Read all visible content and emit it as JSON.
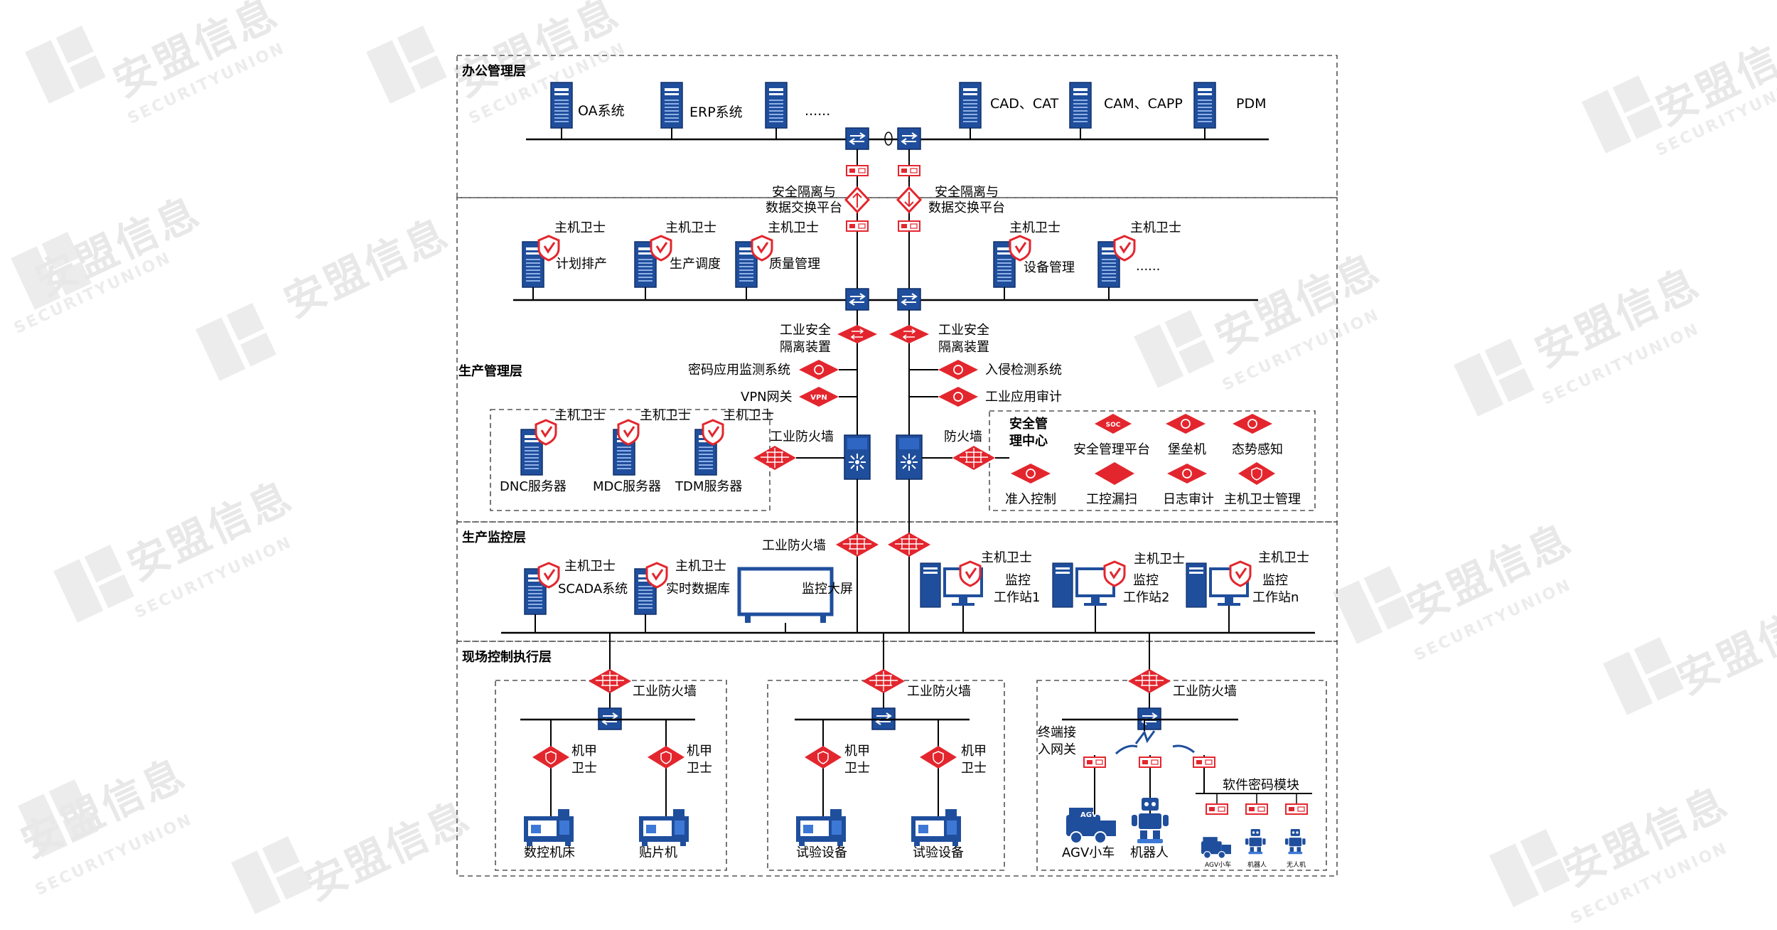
{
  "watermark": {
    "cn": "安盟信息",
    "en": "SECURITYUNION"
  },
  "layers": {
    "office": "办公管理层",
    "production_mgmt": "生产管理层",
    "production_monitor": "生产监控层",
    "field": "现场控制执行层"
  },
  "office": {
    "oa": "OA系统",
    "erp": "ERP系统",
    "more": "......",
    "cad": "CAD、CAT",
    "cam": "CAM、CAPP",
    "pdm": "PDM"
  },
  "gap": {
    "left_1": "安全隔离与",
    "left_2": "数据交换平台",
    "right_1": "安全隔离与",
    "right_2": "数据交换平台"
  },
  "host_guard": "主机卫士",
  "prod_servers": {
    "plan": "计划排产",
    "sched": "生产调度",
    "quality": "质量管理",
    "equip": "设备管理",
    "more": "......"
  },
  "security_devices": {
    "isolation_left_1": "工业安全",
    "isolation_left_2": "隔离装置",
    "isolation_right_1": "工业安全",
    "isolation_right_2": "隔离装置",
    "crypto_monitor": "密码应用监测系统",
    "vpn_gw": "VPN网关",
    "vpn_badge": "VPN",
    "intrusion": "入侵检测系统",
    "ind_audit": "工业应用审计",
    "ind_fw_left": "工业防火墙",
    "fw_right": "防火墙"
  },
  "server_group": {
    "dnc": "DNC服务器",
    "mdc": "MDC服务器",
    "tdm": "TDM服务器"
  },
  "soc": {
    "title_1": "安全管",
    "title_2": "理中心",
    "platform": "安全管理平台",
    "badge": "SOC",
    "bastion": "堡垒机",
    "situation": "态势感知",
    "access": "准入控制",
    "vuln_scan": "工控漏扫",
    "log_audit": "日志审计",
    "guard_mgmt": "主机卫士管理"
  },
  "monitor": {
    "ind_fw": "工业防火墙",
    "scada": "SCADA系统",
    "rtdb": "实时数据库",
    "screen": "监控大屏",
    "ws_label": "监控",
    "ws1": "工作站1",
    "ws2": "工作站2",
    "wsn": "工作站n"
  },
  "field": {
    "ind_fw": "工业防火墙",
    "armor_1": "机甲",
    "armor_2": "卫士",
    "cnc": "数控机床",
    "smt": "贴片机",
    "test1": "试验设备",
    "test2": "试验设备",
    "terminal_gw_1": "终端接",
    "terminal_gw_2": "入网关",
    "soft_crypto": "软件密码模块",
    "agv": "AGV小车",
    "robot": "机器人",
    "agv_small": "AGV小车",
    "robot_small": "机器人",
    "drone_small": "无人机",
    "agv_tag": "AGV"
  },
  "colors": {
    "blue": "#1f4e9c",
    "red": "#e3262e",
    "line": "#000000",
    "dash": "#555555"
  }
}
